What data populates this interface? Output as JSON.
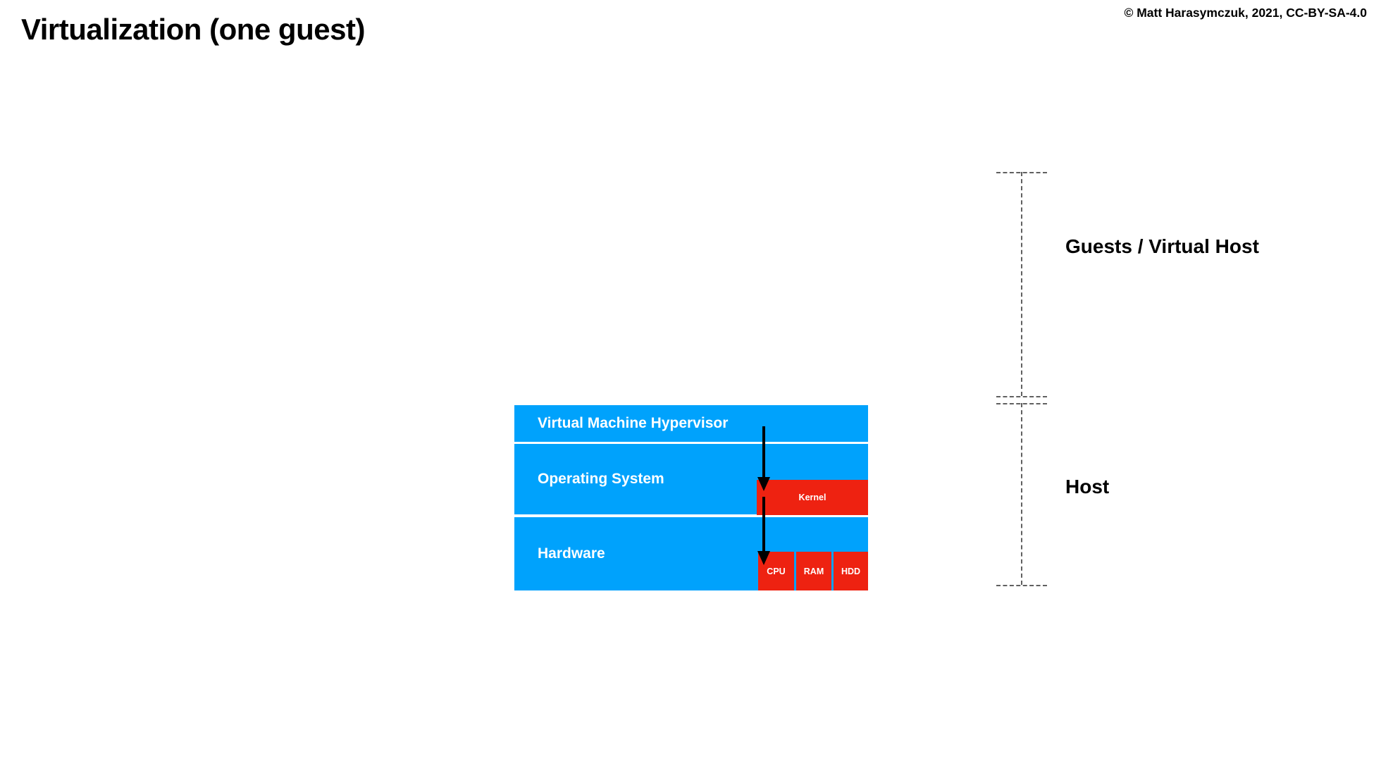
{
  "slide": {
    "title": "Virtualization (one guest)",
    "copyright": "© Matt Harasymczuk, 2021, CC-BY-SA-4.0"
  },
  "diagram": {
    "layers": [
      {
        "id": "hypervisor",
        "label": "Virtual Machine Hypervisor"
      },
      {
        "id": "os",
        "label": "Operating System"
      },
      {
        "id": "hardware",
        "label": "Hardware"
      }
    ],
    "components": [
      {
        "id": "kernel",
        "label": "Kernel"
      },
      {
        "id": "cpu",
        "label": "CPU"
      },
      {
        "id": "ram",
        "label": "RAM"
      },
      {
        "id": "hdd",
        "label": "HDD"
      }
    ],
    "arrows": [
      {
        "id": "hypervisor-to-kernel",
        "from": "Virtual Machine Hypervisor",
        "to": "Kernel"
      },
      {
        "id": "kernel-to-cpu",
        "from": "Kernel",
        "to": "CPU"
      }
    ],
    "colors": {
      "layer_fill": "#00a2fc",
      "component_fill": "#ee2211",
      "layer_text": "#ffffff",
      "bracket_line": "#606060",
      "background": "#ffffff"
    }
  },
  "brackets": [
    {
      "id": "guests",
      "label": "Guests / Virtual Host",
      "covers": [
        "(empty guest space above hypervisor)"
      ]
    },
    {
      "id": "host",
      "label": "Host",
      "covers": [
        "Virtual Machine Hypervisor",
        "Operating System",
        "Hardware"
      ]
    }
  ]
}
